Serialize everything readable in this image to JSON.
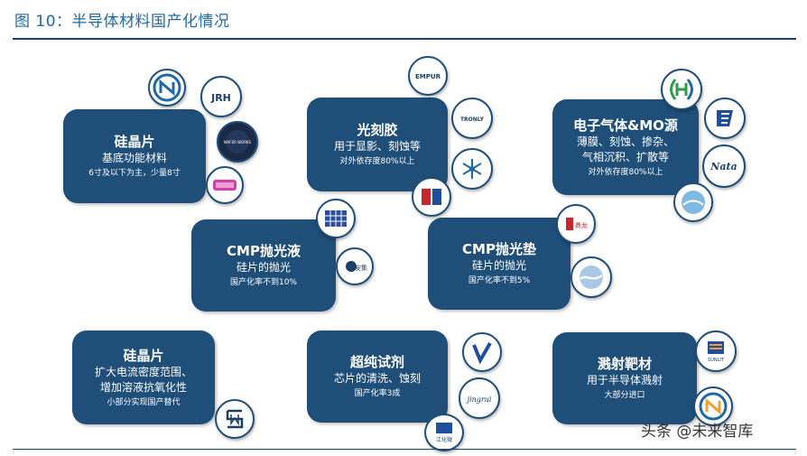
{
  "title": "图 10：半导体材料国产化情况",
  "watermark": "头条 @未来智库",
  "boxes": {
    "wafer1": {
      "heading": "硅晶片",
      "sub": "基底功能材料",
      "note": "6寸及以下为主，少量8寸"
    },
    "photoresist": {
      "heading": "光刻胶",
      "sub": "用于显影、刻蚀等",
      "note": "对外依存度80%以上"
    },
    "gas": {
      "heading": "电子气体&MO源",
      "sub1": "薄膜、刻蚀、掺杂、",
      "sub2": "气相沉积、扩散等",
      "note": "对外依存度80%以上"
    },
    "cmp_liquid": {
      "heading": "CMP抛光液",
      "sub": "硅片的抛光",
      "note": "国产化率不到10%"
    },
    "cmp_pad": {
      "heading": "CMP抛光垫",
      "sub": "硅片的抛光",
      "note": "国产化率不到5%"
    },
    "wafer2": {
      "heading": "硅晶片",
      "sub1": "扩大电流密度范围、",
      "sub2": "增加溶液抗氧化性",
      "note": "小部分实现国产替代"
    },
    "wet_chem": {
      "heading": "超纯试剂",
      "sub": "芯片的清洗、蚀刻",
      "note": "国产化率3成"
    },
    "target": {
      "heading": "溅射靶材",
      "sub": "用于半导体溅射",
      "note": "大部分进口"
    }
  },
  "logos": {
    "jrh": "JRH",
    "wafer_works": "WAFER WORKS",
    "empur": "EMPUR",
    "tronly": "TRONLY",
    "nata": "Nata",
    "anji": "安集",
    "dinglong": "鼎龙",
    "jingrui": "jingrui",
    "jianghua": "江化微",
    "sunlit": "SUNLIT"
  },
  "colors": {
    "box": "#1f4e79",
    "title": "#1f6aa5",
    "rule": "#1b3f66"
  }
}
